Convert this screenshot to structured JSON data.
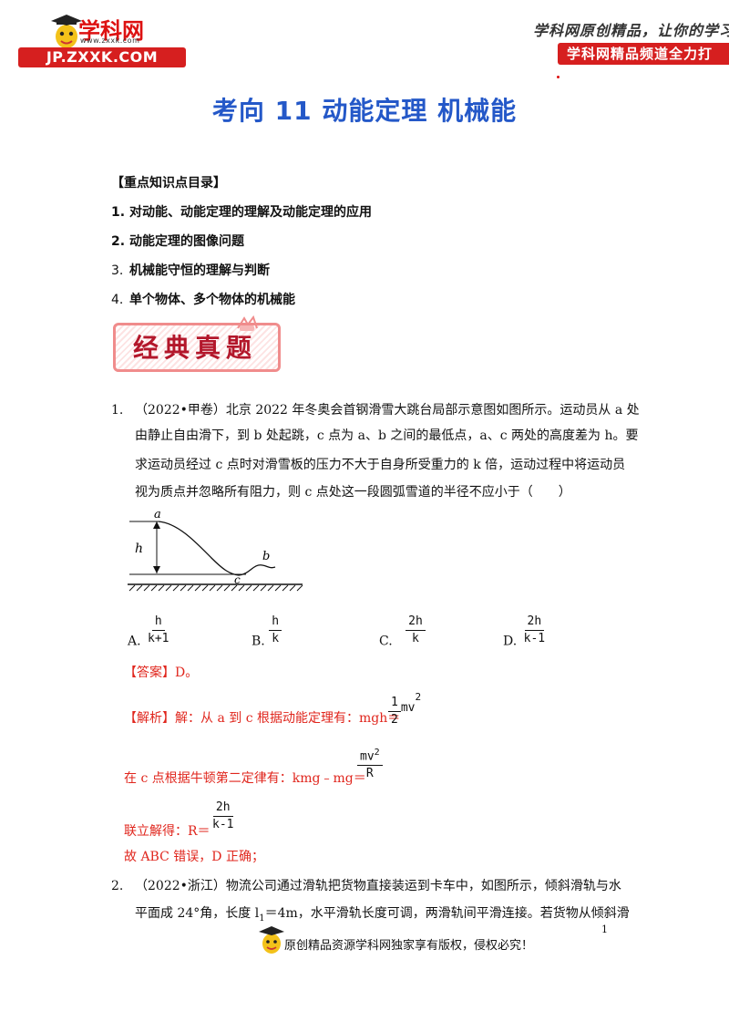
{
  "header": {
    "logo_text": "学科网",
    "logo_url": "www.zxxk.com",
    "logo_site": "JP.ZXXK.COM",
    "slogan": "学科网原创精品，让你的学习上我",
    "slogan_bar": "学科网精品频道全力打"
  },
  "title": "考向 11  动能定理  机械能",
  "toc": {
    "heading": "【重点知识点目录】",
    "items": [
      {
        "num": "1.",
        "text": "对动能、动能定理的理解及动能定理的应用"
      },
      {
        "num": "2.",
        "text": "动能定理的图像问题"
      },
      {
        "num": "3.",
        "text": "机械能守恒的理解与判断"
      },
      {
        "num": "4.",
        "text": "单个物体、多个物体的机械能"
      }
    ]
  },
  "banner": "经典真题",
  "q1": {
    "num": "1.",
    "lines": [
      "（2022•甲卷）北京 2022 年冬奥会首钢滑雪大跳台局部示意图如图所示。运动员从 a 处",
      "由静止自由滑下，到 b 处起跳，c 点为 a、b 之间的最低点，a、c 两处的高度差为 h。要",
      "求运动员经过 c 点时对滑雪板的压力不大于自身所受重力的 k 倍，运动过程中将运动员",
      "视为质点并忽略所有阻力，则 c 点处这一段圆弧雪道的半径不应小于（　　）"
    ],
    "figure_labels": {
      "a": "a",
      "b": "b",
      "c": "c",
      "h": "h"
    },
    "options": [
      {
        "label": "A.",
        "num": "h",
        "den": "k+1"
      },
      {
        "label": "B.",
        "num": "h",
        "den": "k"
      },
      {
        "label": "C.",
        "num": "2h",
        "den": "k"
      },
      {
        "label": "D.",
        "num": "2h",
        "den": "k-1"
      }
    ],
    "answer": "【答案】D。",
    "analysis_tag": "【解析】",
    "analysis_line1": "解：从 a 到 c 根据动能定理有：mgh＝",
    "eq1_num": "1",
    "eq1_den": "2",
    "eq1_tail": "mv",
    "sup2": "2",
    "analysis_line2": "在 c 点根据牛顿第二定律有：kmg﹣mg＝",
    "eq2_num": "mv",
    "eq2_den": "R",
    "analysis_line3": "联立解得：R＝",
    "eq3_num": "2h",
    "eq3_den": "k-1",
    "conclusion": "故 ABC 错误，D 正确；"
  },
  "q2": {
    "num": "2.",
    "line1": "（2022•浙江）物流公司通过滑轨把货物直接装运到卡车中，如图所示，倾斜滑轨与水",
    "line2a": "平面成 24°角，长度 l",
    "line2_sub": "1",
    "line2b": "＝4m，水平滑轨长度可调，两滑轨间平滑连接。若货物从倾斜滑"
  },
  "footer": {
    "text": "原创精品资源学科网独家享有版权，侵权必究！",
    "page": "1"
  }
}
